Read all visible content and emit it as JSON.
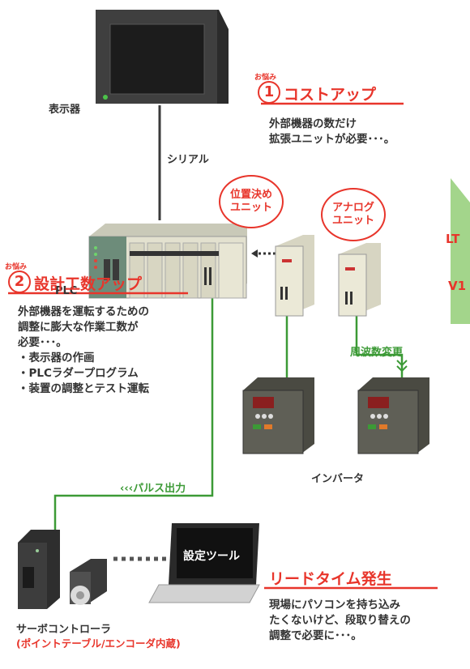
{
  "labels": {
    "display": "表示器",
    "serial": "シリアル",
    "plc": "PLC",
    "inverter": "インバータ",
    "pulse_output": "パルス出力",
    "freq_change": "周波数変更",
    "setting_tool": "設定ツール",
    "servo_title": "サーボコントローラ",
    "servo_sub": "(ポイントテーブル/エンコーダ内蔵)"
  },
  "bubbles": {
    "positioning": [
      "位置決め",
      "ユニット"
    ],
    "analog": [
      "アナログ",
      "ユニット"
    ]
  },
  "worries": [
    {
      "ruby": "お悩み",
      "num": "1",
      "title": "コストアップ",
      "lines": [
        "外部機器の数だけ",
        "拡張ユニットが必要･･･。"
      ]
    },
    {
      "ruby": "お悩み",
      "num": "2",
      "title": "設計工数アップ",
      "lines": [
        "外部機器を運転するための",
        "調整に膨大な作業工数が",
        "必要･･･。",
        "・表示器の作画",
        "・PLCラダープログラム",
        "・装置の調整とテスト運転"
      ]
    }
  ],
  "lead_time": {
    "title": "リードタイム発生",
    "lines": [
      "現場にパソコンを持ち込み",
      "たくないけど、段取り替えの",
      "調整で必要に･･･。"
    ]
  },
  "right_edge": {
    "line1": "LT",
    "line2": "V1"
  },
  "colors": {
    "accent_red": "#e8352b",
    "wire_green": "#3c9a36",
    "arrow_green": "#8ec77a",
    "device_dark": "#3a3a3a"
  }
}
